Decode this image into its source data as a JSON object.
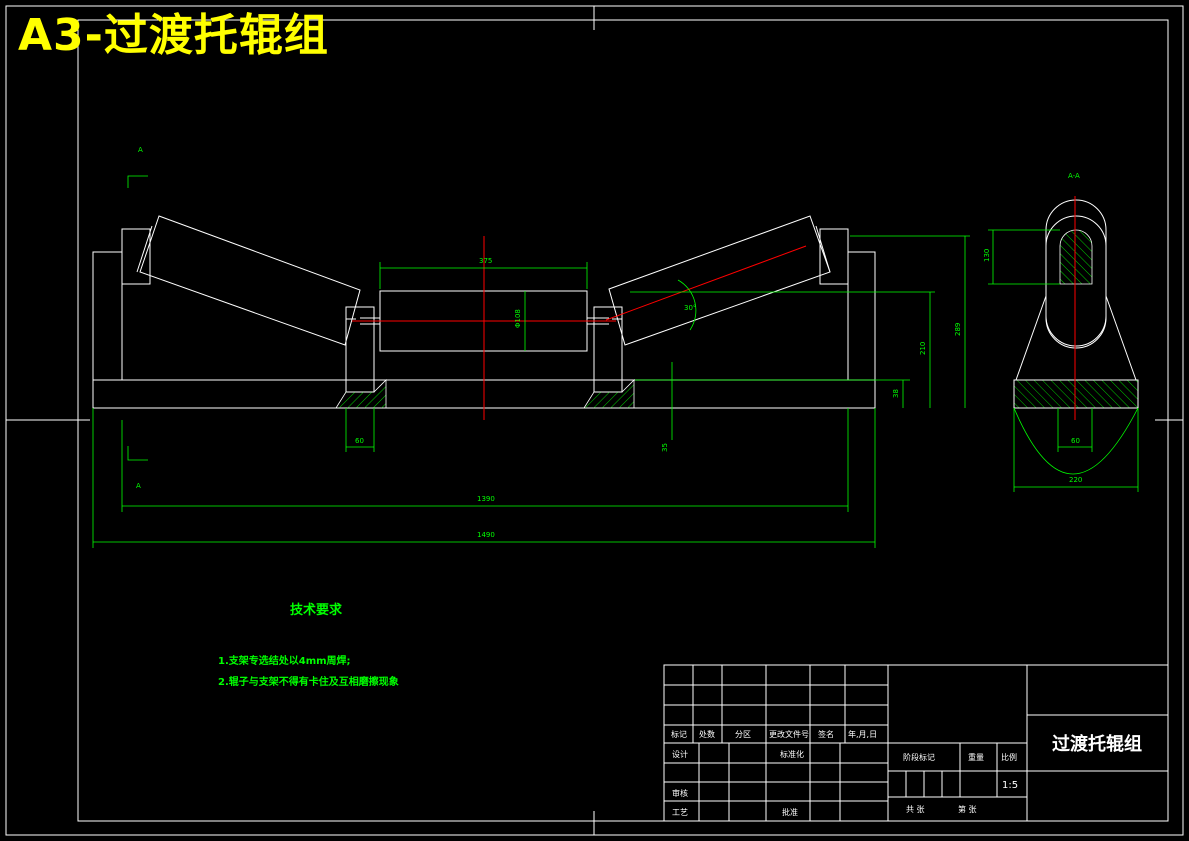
{
  "title": "A3-过渡托辊组",
  "views": {
    "section_marker_top": "A",
    "section_marker_bottom": "A",
    "side_view_label": "A-A"
  },
  "dimensions": {
    "roller_length": "375",
    "roller_diameter": "Φ108",
    "trough_angle": "30°",
    "height_210": "210",
    "height_289": "289",
    "height_38": "38",
    "depth_35": "35",
    "foot_width_60": "60",
    "inner_span": "1390",
    "overall_length": "1490",
    "side_height_130": "130",
    "side_slot_60": "60",
    "side_width_220": "220"
  },
  "technical_requirements": {
    "heading": "技术要求",
    "notes": [
      "1.支架专选结处以4mm周焊;",
      "2.辊子与支架不得有卡住及互相磨擦现象"
    ]
  },
  "title_block": {
    "drawing_name": "过渡托辊组",
    "scale": "1:5",
    "revision_headers": [
      "标记",
      "处数",
      "分区",
      "更改文件号",
      "签名",
      "年,月,日"
    ],
    "designer_label": "设计",
    "standardization_label": "标准化",
    "reviewer_label": "审核",
    "process_label": "工艺",
    "approval_label": "批准",
    "stage_label": "阶段标记",
    "weight_label": "重量",
    "ratio_label": "比例",
    "sheet_total_label": "共 张",
    "sheet_label": "第 张"
  },
  "colors": {
    "background": "#000000",
    "outline": "#ffffff",
    "dimension": "#00ff00",
    "centerline": "#ff0000",
    "title_text": "#ffff00",
    "hatch": "#00ff00"
  }
}
